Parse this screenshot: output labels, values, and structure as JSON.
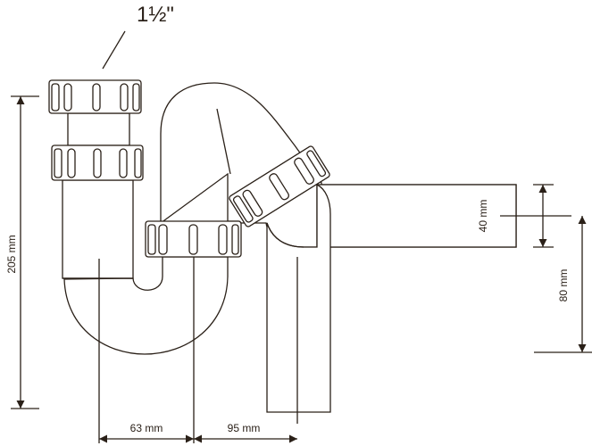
{
  "diagram": {
    "title": "S-trap technical drawing",
    "size_label": "1½\"",
    "dimensions": {
      "height_total": "205 mm",
      "offset_left": "63 mm",
      "offset_right": "95 mm",
      "outlet_diameter": "40 mm",
      "outlet_height": "80 mm"
    },
    "colors": {
      "line": "#2a2018",
      "background": "#ffffff"
    }
  }
}
